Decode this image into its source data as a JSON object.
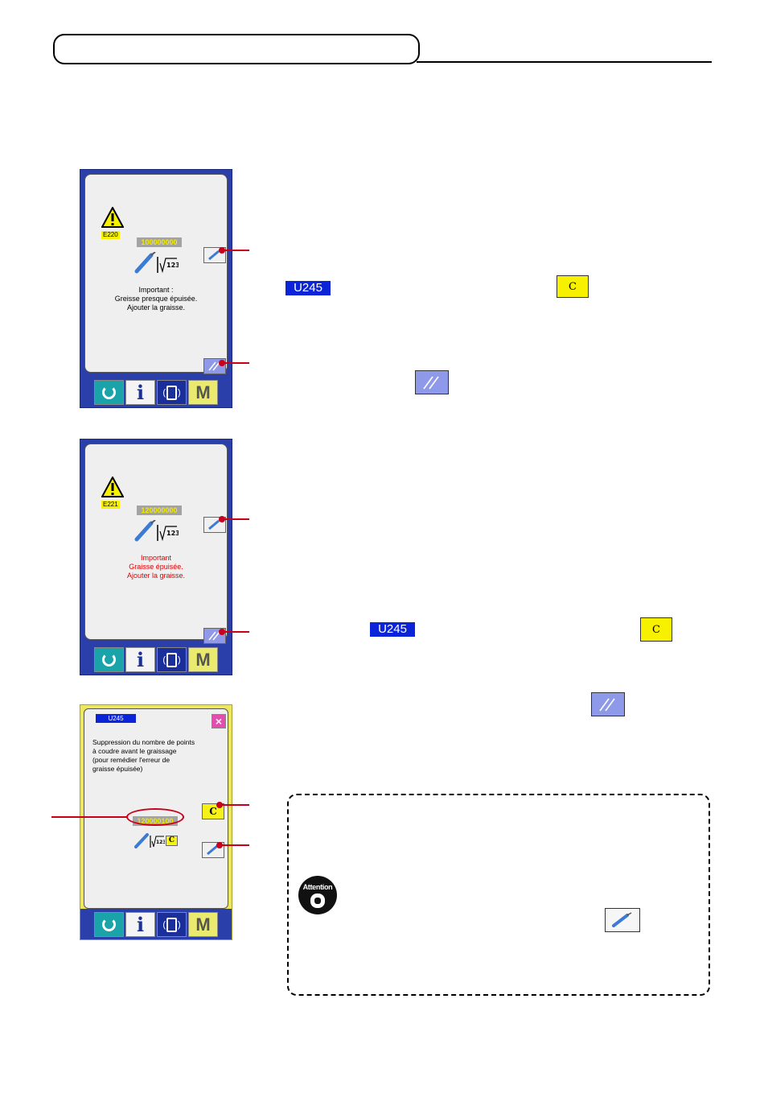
{
  "header": {
    "title": ""
  },
  "screen1": {
    "error_code": "E220",
    "counter": "100000000",
    "message": [
      "Important :",
      "Greisse presque épuisée.",
      "Ajouter la graisse."
    ]
  },
  "screen2": {
    "error_code": "E221",
    "counter": "120000000",
    "message": [
      "Important",
      "Graisse épuisée.",
      "Ajouter la graisse."
    ]
  },
  "screen3": {
    "title": "U245",
    "description": [
      "Suppression du nombre de points",
      "à coudre avant le graissage",
      "(pour remédier l'erreur de",
      "graisse épuisée)"
    ],
    "counter": "120000100",
    "clear_label": "C",
    "mini_c": "C"
  },
  "nav": {
    "mode_label": "M",
    "info_label": "i"
  },
  "labels": {
    "u245_a": "U245",
    "u245_b": "U245",
    "c_button_a": "C",
    "c_button_b": "C"
  },
  "notice": {
    "attention_label": "Attention"
  },
  "colors": {
    "screen_blue": "#2b3faa",
    "screen_yellow": "#ece75c",
    "callout_red": "#c8001a",
    "tag_blue": "#0b24d8",
    "button_yellow": "#f7f100",
    "button_purple": "#8e99ea"
  }
}
